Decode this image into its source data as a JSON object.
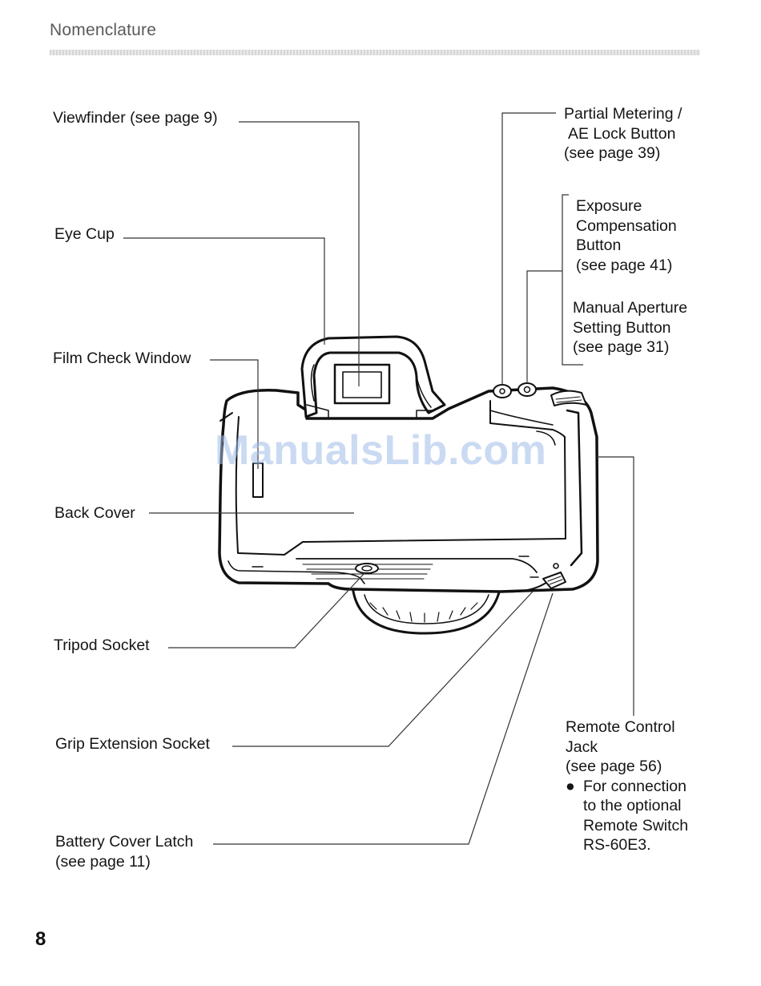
{
  "header": {
    "title": "Nomenclature"
  },
  "labels": {
    "viewfinder": "Viewfinder (see page 9)",
    "eye_cup": "Eye Cup",
    "film_check_window": "Film Check Window",
    "back_cover": "Back Cover",
    "tripod_socket": "Tripod Socket",
    "grip_extension_socket": "Grip Extension Socket",
    "battery_cover_latch": [
      "Battery Cover Latch",
      "(see page 11)"
    ],
    "partial_metering": [
      "Partial Metering /",
      "AE Lock Button",
      "(see page 39)"
    ],
    "exposure_compensation": [
      "Exposure",
      "Compensation",
      "Button",
      "(see page 41)"
    ],
    "manual_aperture": [
      "Manual Aperture",
      "Setting Button",
      "(see page 31)"
    ],
    "remote_control": {
      "lines": [
        "Remote Control",
        "Jack",
        "(see page 56)"
      ],
      "bullet": "●",
      "note": [
        "For connection",
        "to the optional",
        "Remote Switch",
        "RS-60E3."
      ]
    }
  },
  "page_number": "8",
  "watermark": "ManualsLib.com"
}
